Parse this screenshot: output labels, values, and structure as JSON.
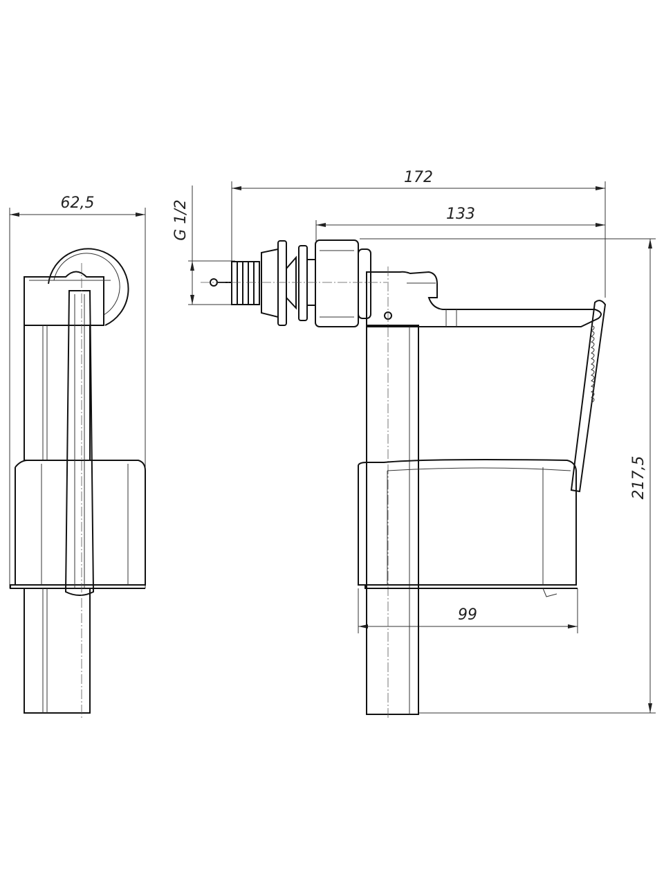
{
  "title": "Fill valve side-inlet technical drawing",
  "dimensions": {
    "width_side": "62,5",
    "overall_length": "172",
    "arm_length": "133",
    "thread": "G 1/2",
    "float_width": "99",
    "height": "217,5"
  },
  "colors": {
    "line": "#111111",
    "background": "#ffffff"
  }
}
